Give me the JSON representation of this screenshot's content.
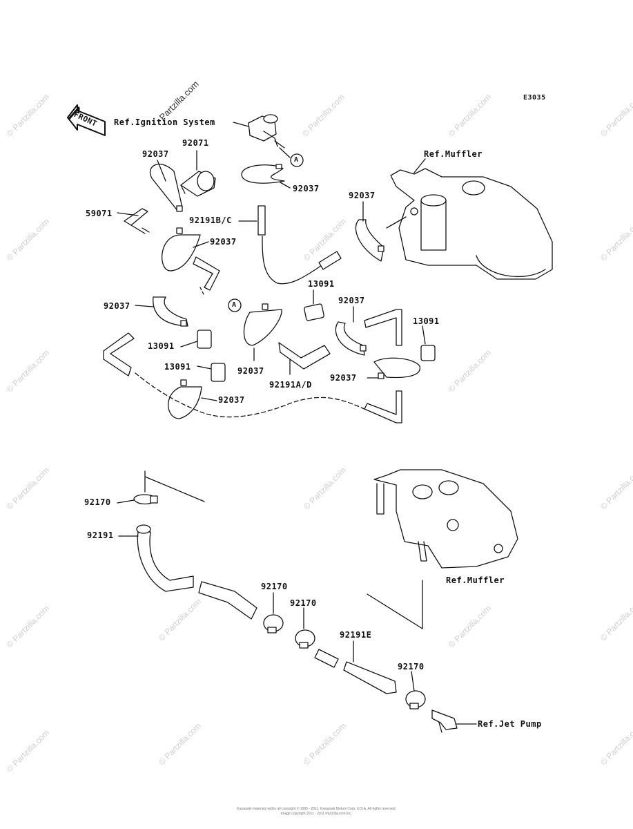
{
  "diagram_code": "E3035",
  "watermark": "© Partzilla.com",
  "watermark_top": "Partzilla.com",
  "labels": {
    "front": "FRONT",
    "ref_ignition": "Ref.Ignition System",
    "ref_muffler_top": "Ref.Muffler",
    "ref_muffler_bottom": "Ref.Muffler",
    "ref_jet_pump": "Ref.Jet Pump",
    "p92071": "92071",
    "p92037_a": "92037",
    "p92037_b": "92037",
    "p92037_c": "92037",
    "p92037_d": "92037",
    "p92037_e": "92037",
    "p92037_f": "92037",
    "p92037_g": "92037",
    "p92037_h": "92037",
    "p92037_i": "92037",
    "p59071": "59071",
    "p92191bc": "92191B/C",
    "p13091_a": "13091",
    "p13091_b": "13091",
    "p13091_c": "13091",
    "p13091_d": "13091",
    "p92191ad": "92191A/D",
    "p92170_a": "92170",
    "p92170_b": "92170",
    "p92170_c": "92170",
    "p92170_d": "92170",
    "p92191": "92191",
    "p92191e": "92191E",
    "callout_a1": "A",
    "callout_a2": "A"
  },
  "footer": {
    "line1": "Kawasaki materials within all copyright © 1995 - 2011, Kawasaki Motors Corp. U.S.A. All rights reserved.",
    "line2": "Image copyright 2011 - 2011 PartZilla.com Inc."
  }
}
